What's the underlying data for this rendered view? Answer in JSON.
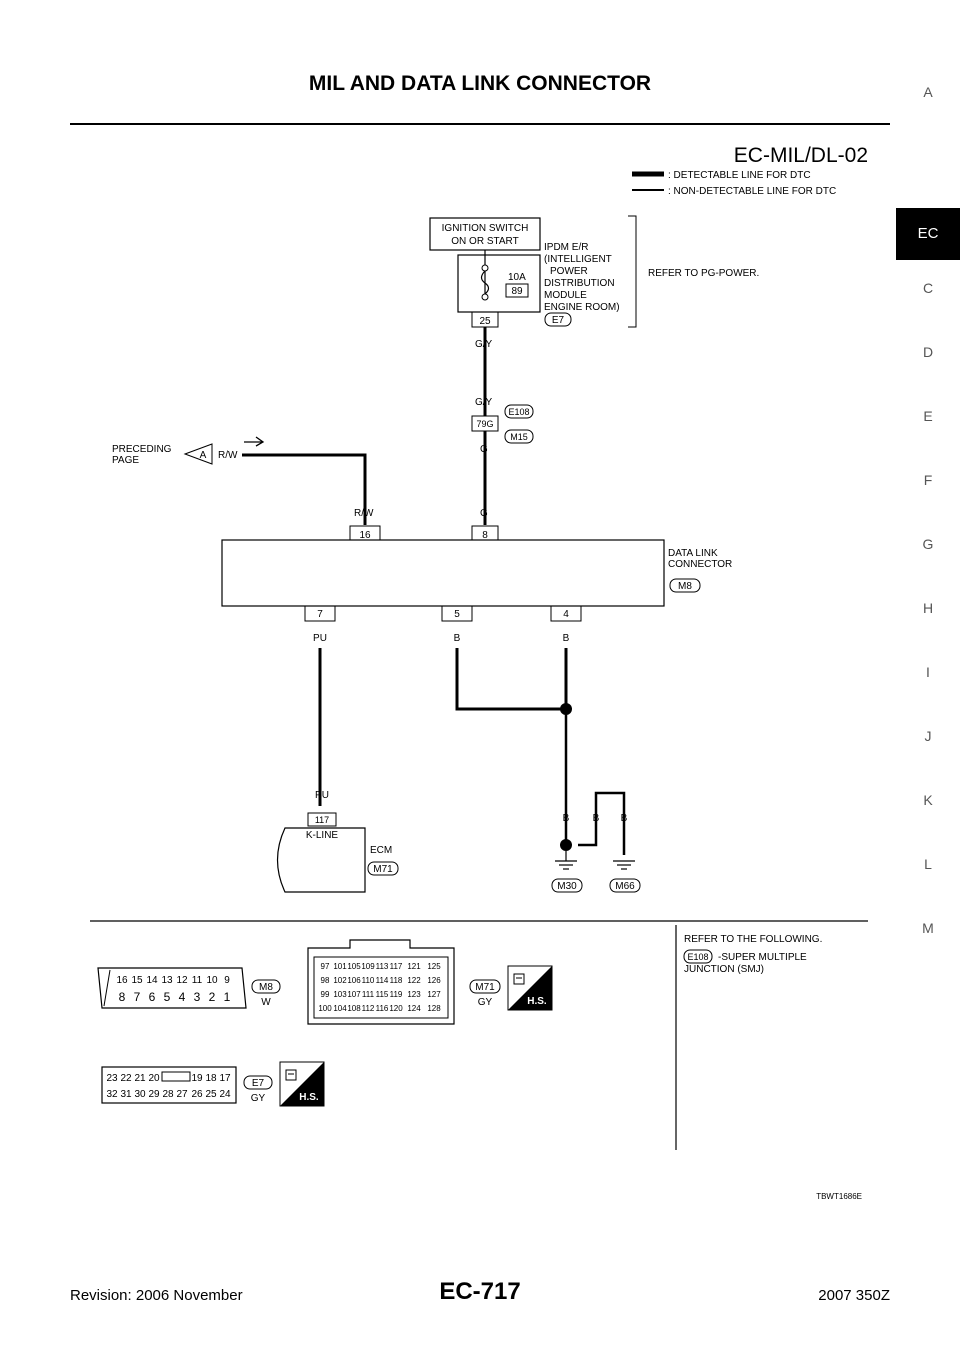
{
  "header": {
    "title": "MIL AND DATA LINK CONNECTOR"
  },
  "tabs": [
    "A",
    "EC",
    "C",
    "D",
    "E",
    "F",
    "G",
    "H",
    "I",
    "J",
    "K",
    "L",
    "M"
  ],
  "active_tab": "EC",
  "diagram": {
    "code": "EC-MIL/DL-02",
    "legend": {
      "detectable": ": DETECTABLE LINE FOR DTC",
      "non_detectable": ": NON-DETECTABLE LINE FOR DTC"
    },
    "ignition": {
      "line1": "IGNITION SWITCH",
      "line2": "ON OR START"
    },
    "ipdm": {
      "lines": [
        "IPDM E/R",
        "(INTELLIGENT",
        "POWER",
        "DISTRIBUTION",
        "MODULE",
        "ENGINE ROOM)"
      ],
      "fuse_rating": "10A",
      "fuse_no": "89",
      "pin": "25",
      "connector": "E7",
      "refer": "REFER TO PG-POWER."
    },
    "wire_gy_1": "G/Y",
    "joint": {
      "wire_top": "G/Y",
      "pin": "79G",
      "conn_top": "E108",
      "conn_bottom": "M15",
      "wire_bottom": "G"
    },
    "preceding": {
      "line1": "PRECEDING",
      "line2": "PAGE",
      "marker": "A",
      "wire": "R/W"
    },
    "dlc": {
      "line1": "DATA LINK",
      "line2": "CONNECTOR",
      "connector": "M8",
      "wire_16": "R/W",
      "pin_16": "16",
      "wire_8": "G",
      "pin_8": "8",
      "pin_7": "7",
      "wire_7": "PU",
      "pin_5": "5",
      "wire_5": "B",
      "pin_4": "4",
      "wire_4": "B"
    },
    "ecm": {
      "wire": "PU",
      "pin": "117",
      "line": "K-LINE",
      "label": "ECM",
      "connector": "M71"
    },
    "ground": {
      "wire_a": "B",
      "wire_b": "B",
      "wire_c": "B",
      "conn_a": "M30",
      "conn_b": "M66"
    }
  },
  "connectors": {
    "m8": {
      "name": "M8",
      "color": "W",
      "row1": [
        "16",
        "15",
        "14",
        "13",
        "12",
        "11",
        "10",
        "9"
      ],
      "row2": [
        "8",
        "7",
        "6",
        "5",
        "4",
        "3",
        "2",
        "1"
      ]
    },
    "m71": {
      "name": "M71",
      "color": "GY",
      "rows": [
        [
          "97",
          "101",
          "105",
          "109",
          "113",
          "117",
          "121",
          "125"
        ],
        [
          "98",
          "102",
          "106",
          "110",
          "114",
          "118",
          "122",
          "126"
        ],
        [
          "99",
          "103",
          "107",
          "111",
          "115",
          "119",
          "123",
          "127"
        ],
        [
          "100",
          "104",
          "108",
          "112",
          "116",
          "120",
          "124",
          "128"
        ]
      ]
    },
    "e7": {
      "name": "E7",
      "color": "GY",
      "row1": [
        "23",
        "22",
        "21",
        "20",
        "19",
        "18",
        "17"
      ],
      "row2": [
        "32",
        "31",
        "30",
        "29",
        "28",
        "27",
        "26",
        "25",
        "24"
      ]
    },
    "hs_label": "H.S."
  },
  "refer": {
    "heading": "REFER TO THE FOLLOWING.",
    "badge": "E108",
    "line1": "-SUPER MULTIPLE",
    "line2": "JUNCTION (SMJ)"
  },
  "figure_id": "TBWT1686E",
  "footer": {
    "page": "EC-717",
    "revision": "Revision: 2006 November",
    "model": "2007 350Z"
  }
}
